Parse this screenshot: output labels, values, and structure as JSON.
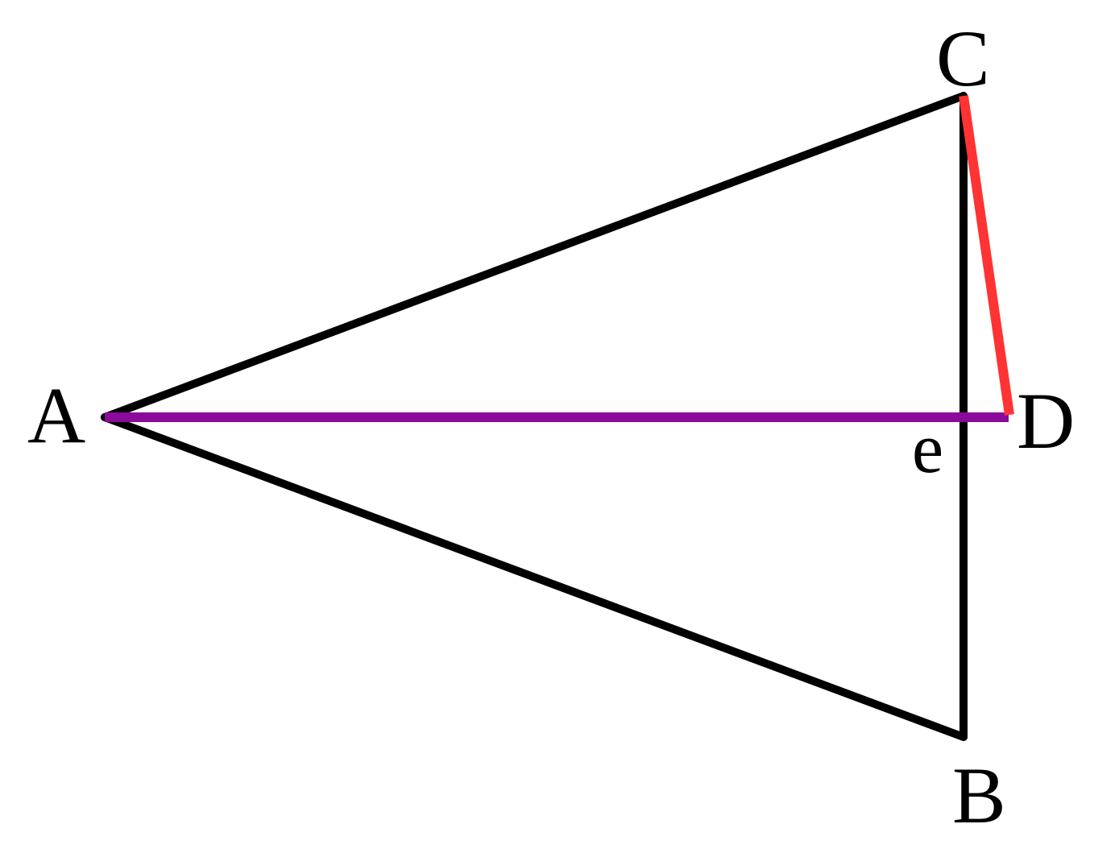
{
  "diagram": {
    "labels": {
      "a": "A",
      "b": "B",
      "c": "C",
      "d": "D",
      "e": "e"
    },
    "segments": {
      "ac": {
        "name": "AC"
      },
      "ab": {
        "name": "AB"
      },
      "cb": {
        "name": "CB"
      },
      "cd": {
        "name": "CD"
      },
      "ad": {
        "name": "AD"
      }
    },
    "colors": {
      "triangle": "#000000",
      "cd": "#ff3333",
      "ad": "#8b0a9a",
      "text": "#000000"
    }
  }
}
